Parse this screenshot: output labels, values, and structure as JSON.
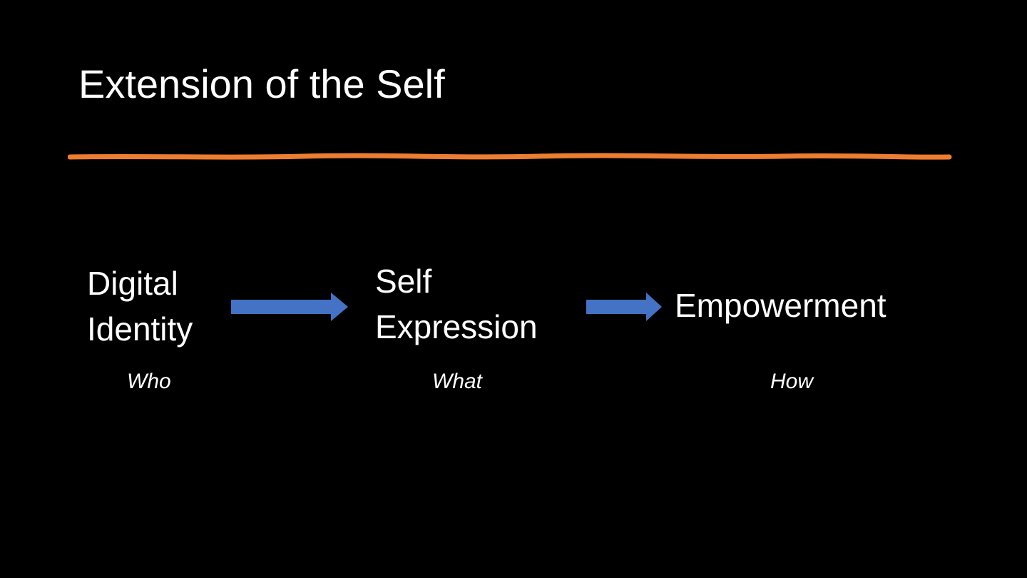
{
  "slide": {
    "title": "Extension of the Self",
    "accent_color": "#ED7D31",
    "arrow_color": "#4472C4"
  },
  "flow": {
    "steps": [
      {
        "lines": [
          "Digital",
          "Identity"
        ],
        "caption": "Who"
      },
      {
        "lines": [
          "Self",
          "Expression"
        ],
        "caption": "What"
      },
      {
        "lines": [
          "Empowerment"
        ],
        "caption": "How"
      }
    ],
    "arrows": [
      {
        "from": "Digital Identity",
        "to": "Self Expression",
        "icon": "right-arrow-icon"
      },
      {
        "from": "Self Expression",
        "to": "Empowerment",
        "icon": "right-arrow-icon"
      }
    ]
  }
}
